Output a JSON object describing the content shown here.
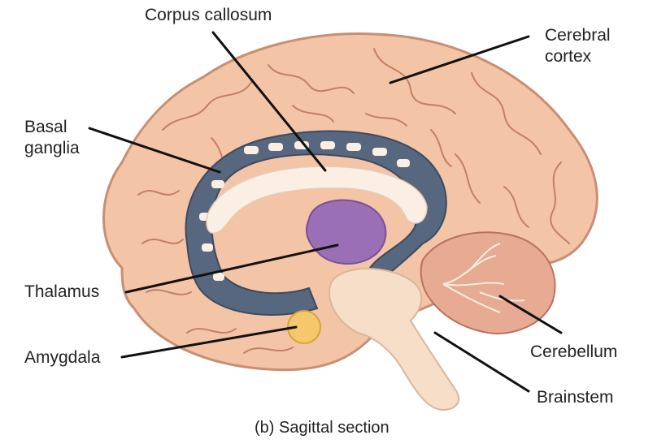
{
  "figure": {
    "caption": "(b) Sagittal section",
    "colors": {
      "cortex": "#f3c4a6",
      "cortex_outline": "#c98e74",
      "gyri_lines": "#b86f55",
      "ventricle_band": "#56677f",
      "ventricle_dark": "#3d4a60",
      "corpus_callosum": "#fbeee2",
      "thalamus": "#9a6fb5",
      "brainstem": "#f6dec9",
      "amygdala": "#f6c76b",
      "cerebellum": "#e7aa93",
      "leader_line": "#111111"
    }
  },
  "labels": {
    "corpus_callosum": "Corpus callosum",
    "cerebral_cortex_line1": "Cerebral",
    "cerebral_cortex_line2": "cortex",
    "basal_ganglia_line1": "Basal",
    "basal_ganglia_line2": "ganglia",
    "thalamus": "Thalamus",
    "amygdala": "Amygdala",
    "cerebellum": "Cerebellum",
    "brainstem": "Brainstem"
  }
}
